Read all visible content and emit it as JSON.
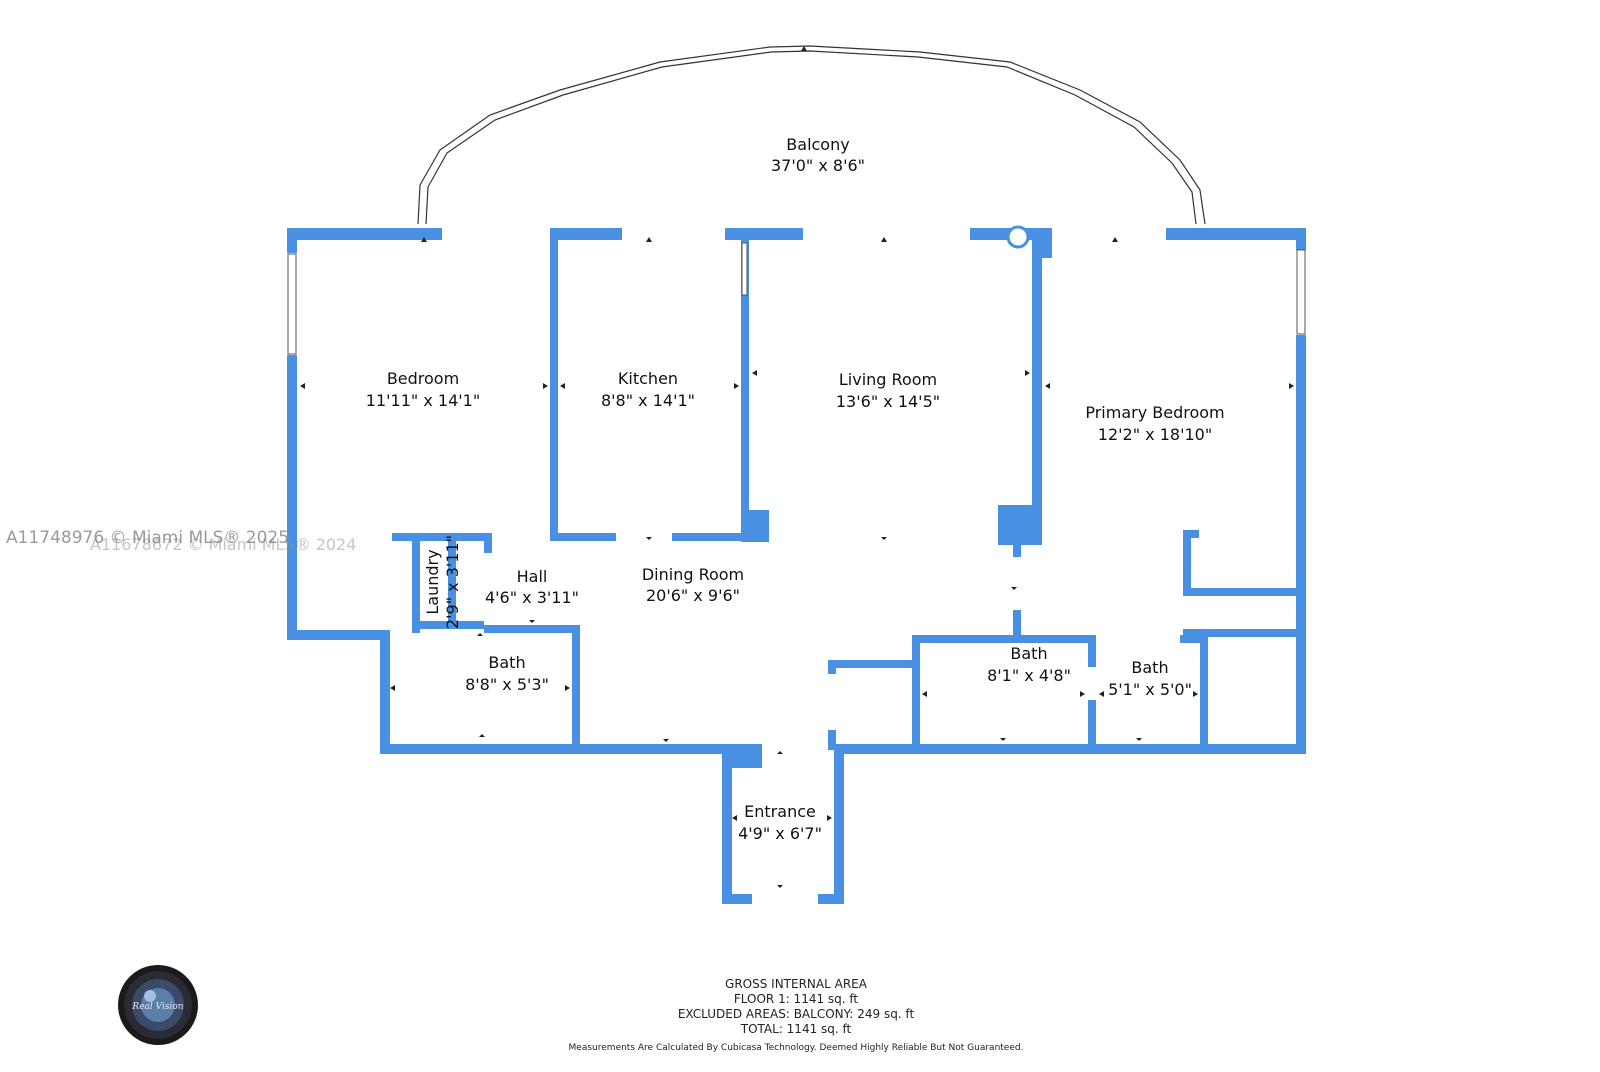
{
  "rooms": {
    "balcony": {
      "name": "Balcony",
      "dims": "37'0\" x 8'6\""
    },
    "bedroom": {
      "name": "Bedroom",
      "dims": "11'11\" x 14'1\""
    },
    "kitchen": {
      "name": "Kitchen",
      "dims": "8'8\" x 14'1\""
    },
    "living": {
      "name": "Living Room",
      "dims": "13'6\" x 14'5\""
    },
    "primary": {
      "name": "Primary Bedroom",
      "dims": "12'2\" x 18'10\""
    },
    "laundry": {
      "name": "Laundry",
      "dims": "2'9\" x 3'11\""
    },
    "hall": {
      "name": "Hall",
      "dims": "4'6\" x 3'11\""
    },
    "dining": {
      "name": "Dining Room",
      "dims": "20'6\" x 9'6\""
    },
    "bath1": {
      "name": "Bath",
      "dims": "8'8\" x 5'3\""
    },
    "bath2": {
      "name": "Bath",
      "dims": "8'1\" x 4'8\""
    },
    "bath3": {
      "name": "Bath",
      "dims": "5'1\" x 5'0\""
    },
    "entrance": {
      "name": "Entrance",
      "dims": "4'9\" x 6'7\""
    }
  },
  "watermarks": {
    "primary": "A11748976 © Miami MLS® 2025",
    "secondary": "A11678672 © Miami MLS® 2024"
  },
  "footer": {
    "line1": "GROSS INTERNAL AREA",
    "line2": "FLOOR 1: 1141 sq. ft",
    "line3": "EXCLUDED AREAS: BALCONY: 249 sq. ft",
    "line4": "TOTAL: 1141 sq. ft",
    "note": "Measurements Are Calculated By Cubicasa Technology. Deemed Highly Reliable But Not Guaranteed."
  },
  "logo": {
    "icon": "camera-lens-logo",
    "text": "Real Vision"
  },
  "colors": {
    "wall": "#4a90e2",
    "background": "#ffffff"
  }
}
